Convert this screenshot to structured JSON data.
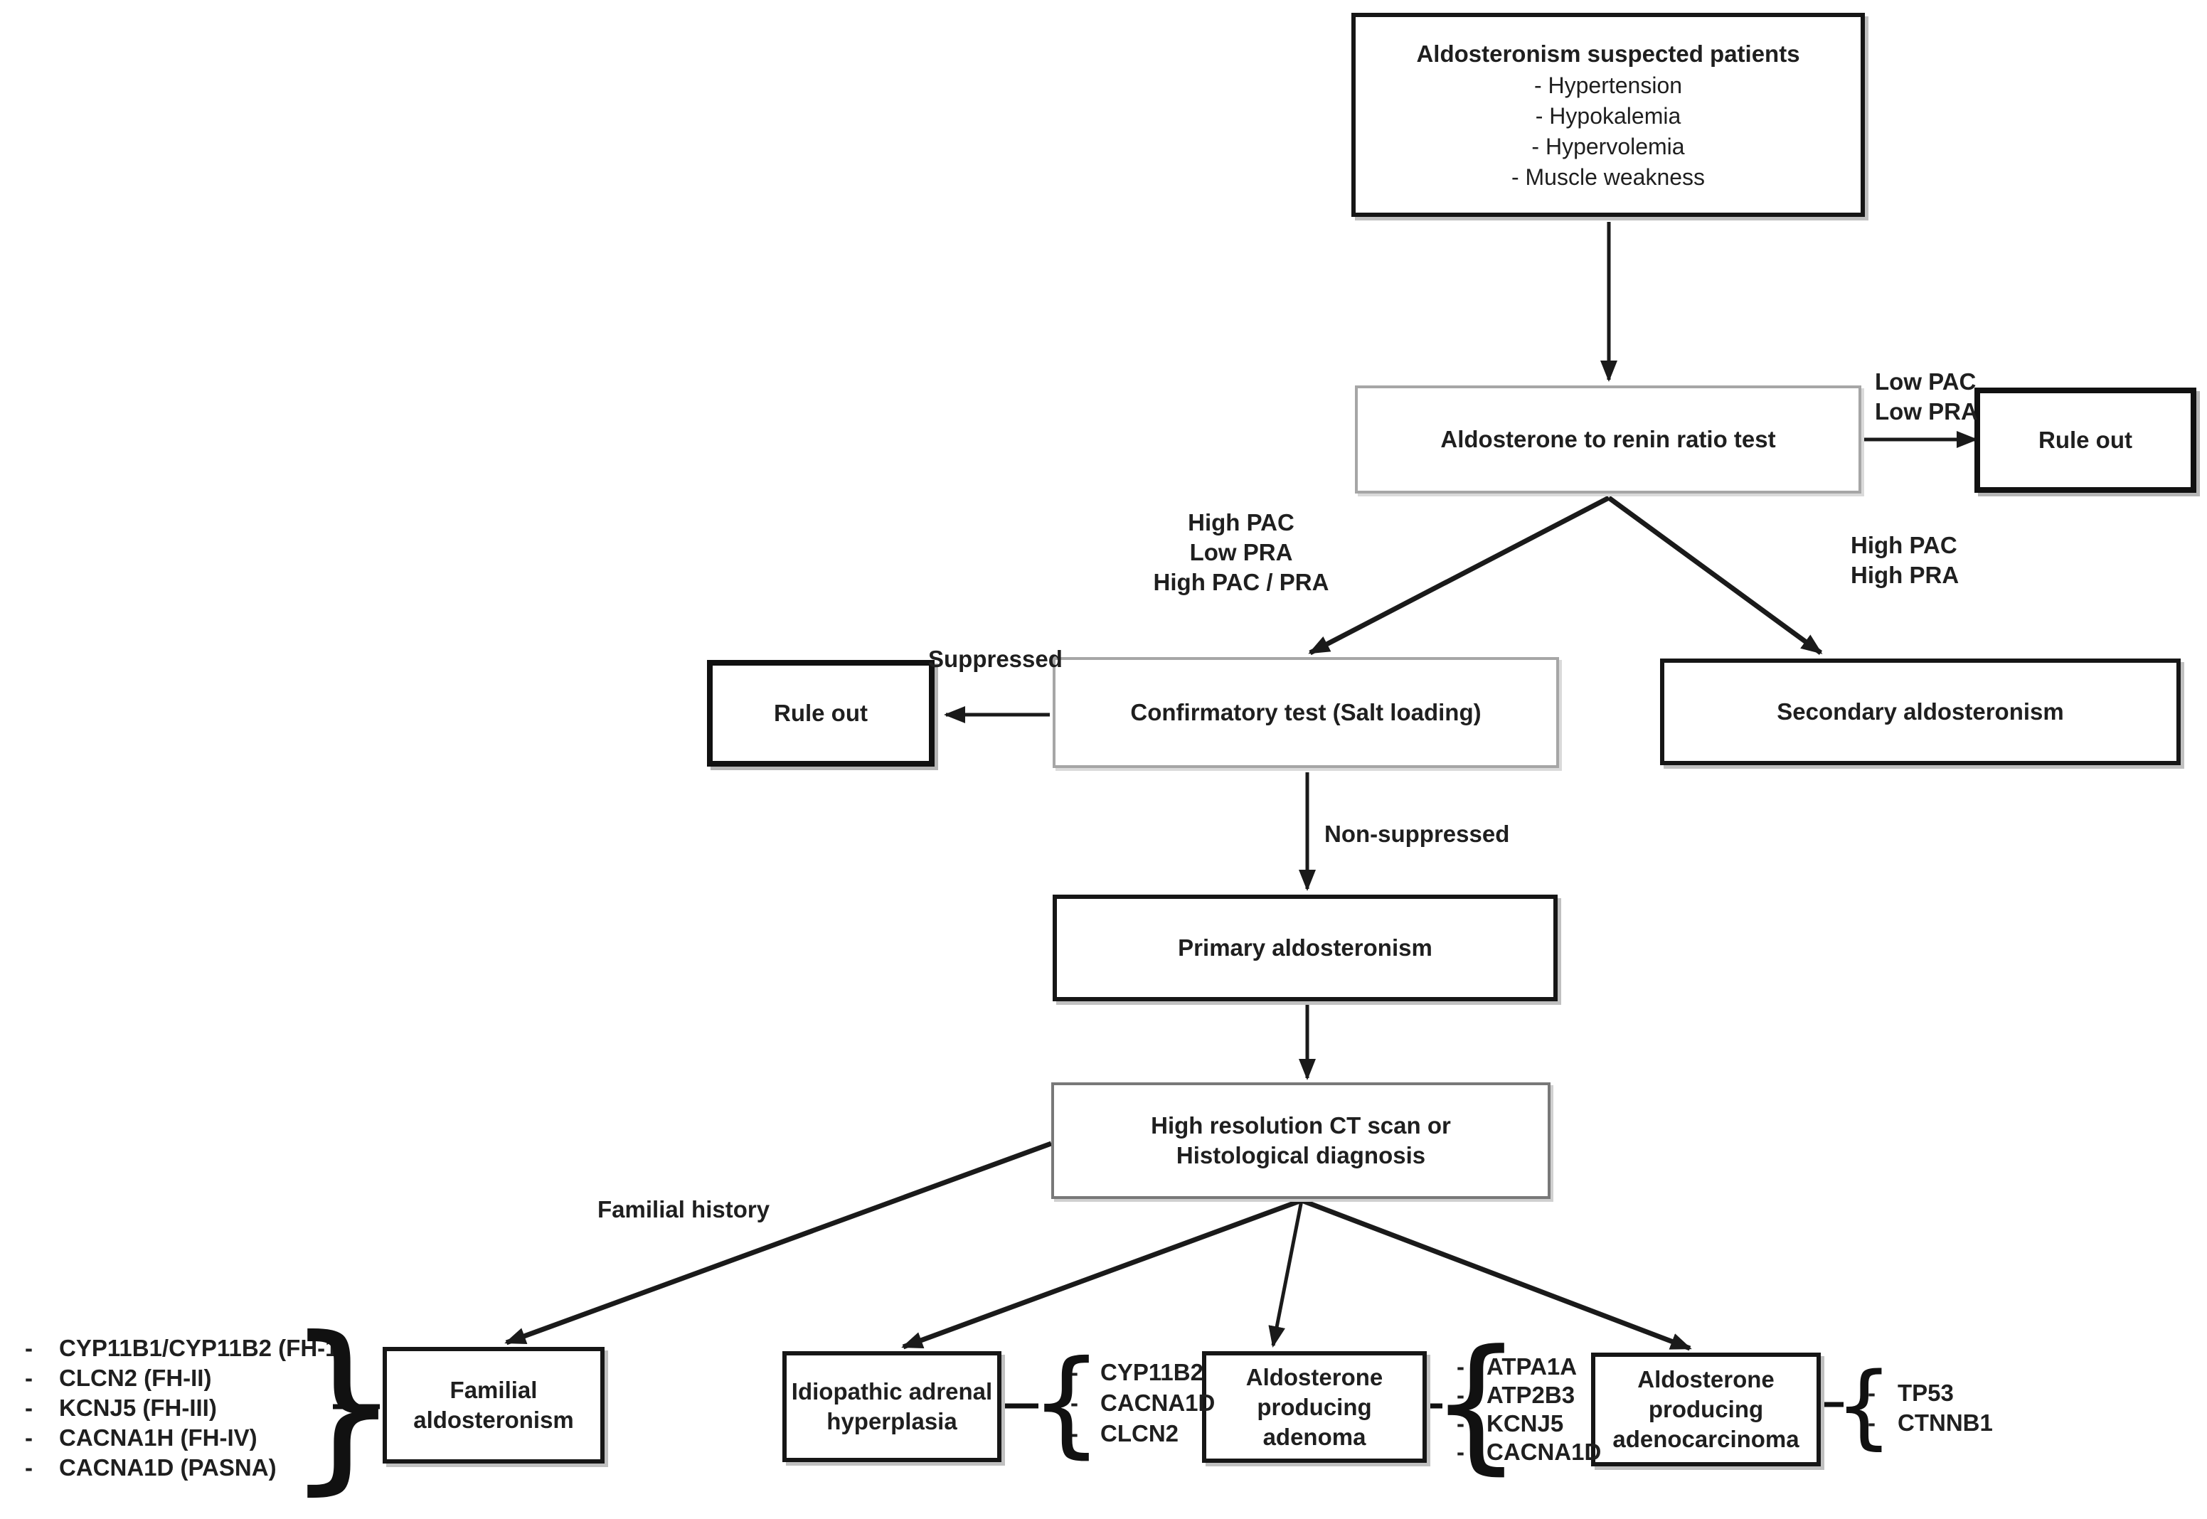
{
  "bullet": "-",
  "brace_open": "{",
  "brace_close": "}",
  "nodes": {
    "suspected": {
      "title": "Aldosteronism suspected patients",
      "items": [
        "- Hypertension",
        "- Hypokalemia",
        "- Hypervolemia",
        "- Muscle weakness"
      ]
    },
    "arr_test": {
      "label": "Aldosterone to renin ratio test"
    },
    "rule_out_top": {
      "label": "Rule out"
    },
    "rule_out_left": {
      "label": "Rule out"
    },
    "confirmatory": {
      "label": "Confirmatory test (Salt loading)"
    },
    "secondary": {
      "label": "Secondary aldosteronism"
    },
    "primary": {
      "label": "Primary aldosteronism"
    },
    "ct_scan": {
      "lines": [
        "High resolution CT scan or",
        "Histological diagnosis"
      ]
    },
    "familial": {
      "lines": [
        "Familial",
        "aldosteronism"
      ]
    },
    "idiopathic": {
      "lines": [
        "Idiopathic adrenal",
        "hyperplasia"
      ]
    },
    "adenoma": {
      "lines": [
        "Aldosterone",
        "producing",
        "adenoma"
      ]
    },
    "adenocarcinoma": {
      "lines": [
        "Aldosterone",
        "producing",
        "adenocarcinoma"
      ]
    }
  },
  "edge_labels": {
    "arr_to_ruleout": [
      "Low PAC",
      "Low PRA"
    ],
    "arr_to_confirmatory": [
      "High PAC",
      "Low PRA",
      "High PAC / PRA"
    ],
    "arr_to_secondary": [
      "High PAC",
      "High PRA"
    ],
    "suppressed": "Suppressed",
    "non_suppressed": "Non-suppressed",
    "familial_history": "Familial history"
  },
  "gene_lists": {
    "familial": [
      "CYP11B1/CYP11B2 (FH-1)",
      "CLCN2 (FH-II)",
      "KCNJ5 (FH-III)",
      "CACNA1H (FH-IV)",
      "CACNA1D (PASNA)"
    ],
    "idiopathic": [
      "CYP11B2",
      "CACNA1D",
      "CLCN2"
    ],
    "adenoma": [
      "ATPA1A",
      "ATP2B3",
      "KCNJ5",
      "CACNA1D"
    ],
    "adenocarcinoma": [
      "TP53",
      "CTNNB1"
    ]
  },
  "colors": {
    "box_border_black": "#161616",
    "box_border_gray": "#a6a6a6",
    "box_border_gray_dark": "#787878",
    "line": "#1a1a1a",
    "shadow": "#c0c0c0",
    "text": "#1f1f1f",
    "background": "#ffffff"
  }
}
